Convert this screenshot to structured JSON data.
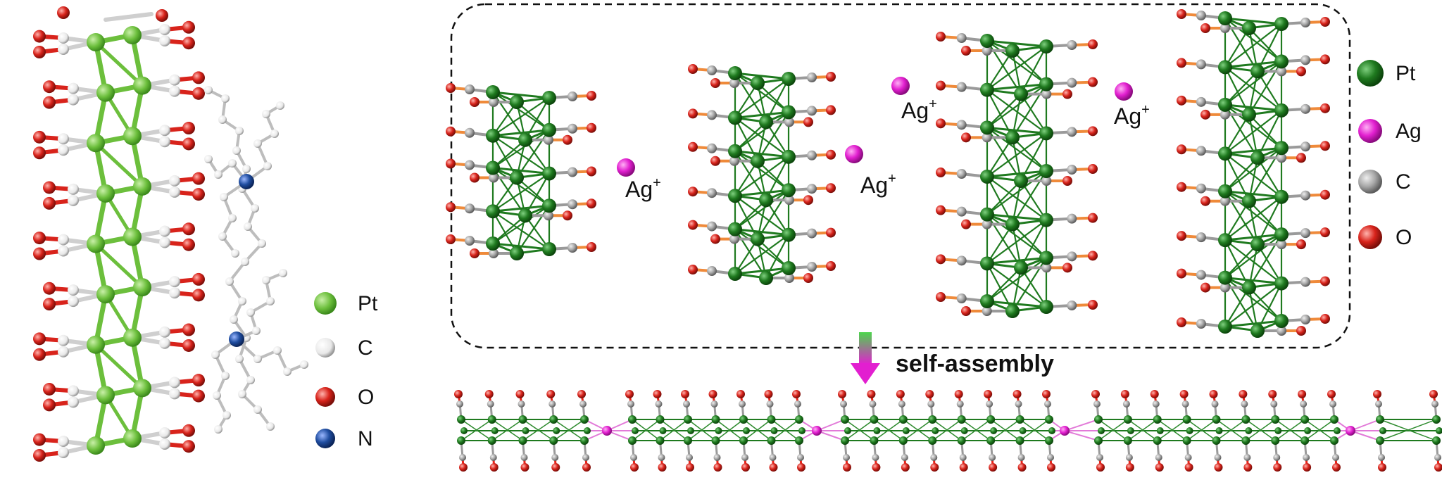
{
  "legend_left": [
    {
      "symbol": "Pt",
      "color": "#6cbf3c"
    },
    {
      "symbol": "C",
      "color": "#f2f2f2"
    },
    {
      "symbol": "O",
      "color": "#d8231b"
    },
    {
      "symbol": "N",
      "color": "#1f4da0"
    }
  ],
  "legend_right": [
    {
      "symbol": "Pt",
      "color": "#1f7a1f"
    },
    {
      "symbol": "Ag",
      "color": "#e21fd0"
    },
    {
      "symbol": "C",
      "color": "#a8a8a8"
    },
    {
      "symbol": "O",
      "color": "#e82318"
    }
  ],
  "ions": [
    {
      "label": "Ag",
      "charge": "+"
    },
    {
      "label": "Ag",
      "charge": "+"
    },
    {
      "label": "Ag",
      "charge": "+"
    },
    {
      "label": "Ag",
      "charge": "+"
    }
  ],
  "arrow_label": "self-assembly",
  "colors": {
    "pt_light": "#6cbf3c",
    "pt_dark": "#1f7a1f",
    "ag": "#e21fd0",
    "carbon_light": "#f2f2f2",
    "carbon_grey": "#a8a8a8",
    "oxygen": "#d8231b",
    "nitrogen": "#1f4da0",
    "bond_grey": "#9a9a9a"
  }
}
